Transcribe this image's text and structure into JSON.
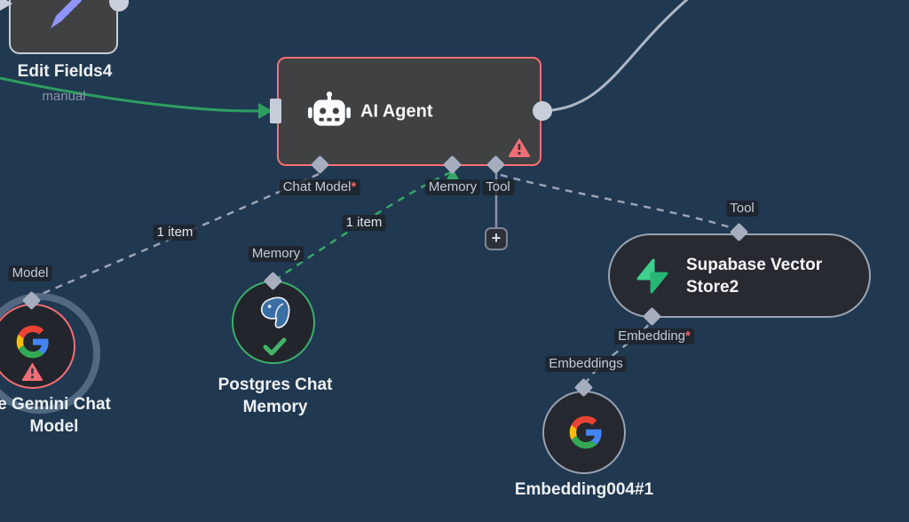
{
  "canvas": {
    "background": "#203850"
  },
  "edit_fields_node": {
    "title": "Edit Fields4",
    "trigger_label": "manual"
  },
  "ai_agent_node": {
    "title": "AI Agent",
    "chat_model_port": "Chat Model",
    "chat_model_required_mark": "*",
    "memory_port": "Memory",
    "tool_port": "Tool"
  },
  "gemini_node": {
    "title_line1": "e Gemini Chat",
    "title_line2": "Model",
    "model_port": "Model"
  },
  "postgres_node": {
    "title_line1": "Postgres Chat",
    "title_line2": "Memory",
    "memory_port": "Memory"
  },
  "supabase_node": {
    "title_line1": "Supabase Vector",
    "title_line2": "Store2",
    "tool_port": "Tool",
    "embedding_port": "Embedding",
    "embedding_required_mark": "*"
  },
  "embedding_node": {
    "title": "Embedding004#1",
    "embeddings_port": "Embeddings"
  },
  "connection_labels": {
    "model_items": "1 item",
    "memory_items": "1 item"
  },
  "add_button_label": "+",
  "colors": {
    "canvas_bg": "#203850",
    "node_bg": "#3f4143",
    "error_border": "#ff6d75",
    "success_green": "#3fae68",
    "connection_green": "#2e9e60",
    "connector_gray": "#9aa3b5",
    "port_gray": "#a6adbf"
  }
}
